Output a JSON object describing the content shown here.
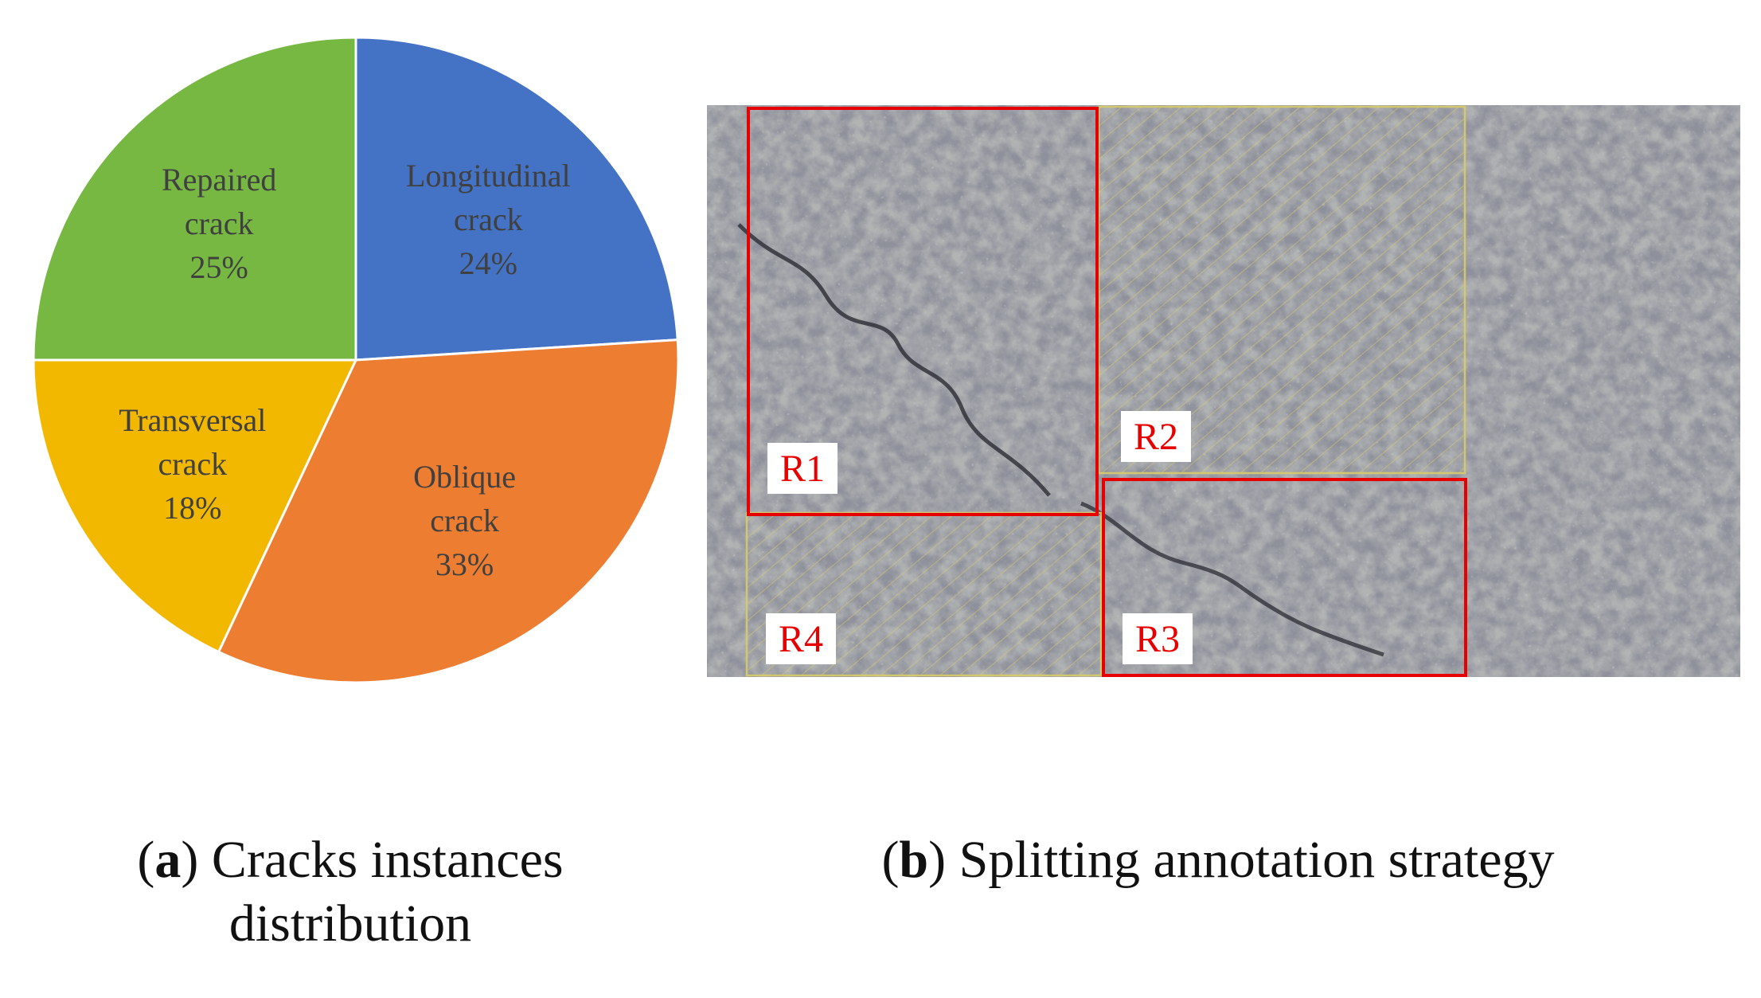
{
  "chart_data": {
    "type": "pie",
    "title": "",
    "slices": [
      {
        "name": [
          "Longitudinal",
          "crack"
        ],
        "value": 24,
        "percent_label": "24%",
        "color": "#4472C4"
      },
      {
        "name": [
          "Oblique",
          "crack"
        ],
        "value": 33,
        "percent_label": "33%",
        "color": "#ED7D31"
      },
      {
        "name": [
          "Transversal",
          "crack"
        ],
        "value": 18,
        "percent_label": "18%",
        "color": "#F2B800"
      },
      {
        "name": [
          "Repaired",
          "crack"
        ],
        "value": 25,
        "percent_label": "25%",
        "color": "#77B843"
      }
    ],
    "start_angle_deg": 0,
    "direction": "clockwise",
    "legend": "none"
  },
  "panel_b": {
    "regions": [
      {
        "label": "R1",
        "style": "solid-red"
      },
      {
        "label": "R2",
        "style": "hatched-yellow"
      },
      {
        "label": "R3",
        "style": "solid-red"
      },
      {
        "label": "R4",
        "style": "hatched-yellow"
      }
    ]
  },
  "captions": {
    "a": {
      "letter": "a",
      "text_line1": "Cracks instances",
      "text_line2": "distribution"
    },
    "b": {
      "letter": "b",
      "text": "Splitting annotation strategy"
    }
  },
  "colors": {
    "region_solid": "#e60000",
    "region_hatch": "#d8cc6a",
    "label_text": "#404040"
  }
}
